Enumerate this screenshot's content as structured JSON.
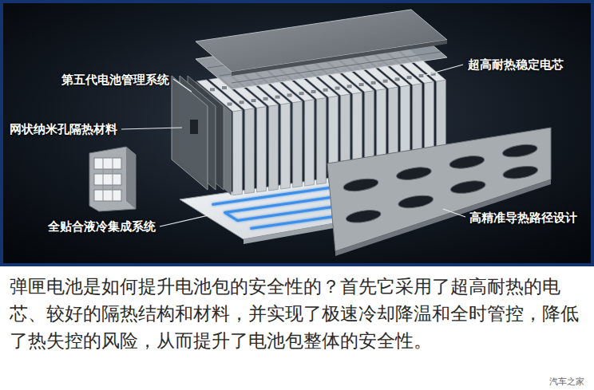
{
  "diagram": {
    "caption": "弹匣电池是如何提升电池包的安全性的？首先它采用了超高耐热的电芯、较好的隔热结构和材料，并实现了极速冷却降温和全时管控，降低了热失控的风险，从而提升了电池包整体的安全性。",
    "labels": [
      "超高耐热稳定电芯",
      "第五代电池管理系统",
      "网状纳米孔隔热材料",
      "高精准导热路径设计",
      "全贴合液冷集成系统",
      "汽车之家"
    ]
  }
}
